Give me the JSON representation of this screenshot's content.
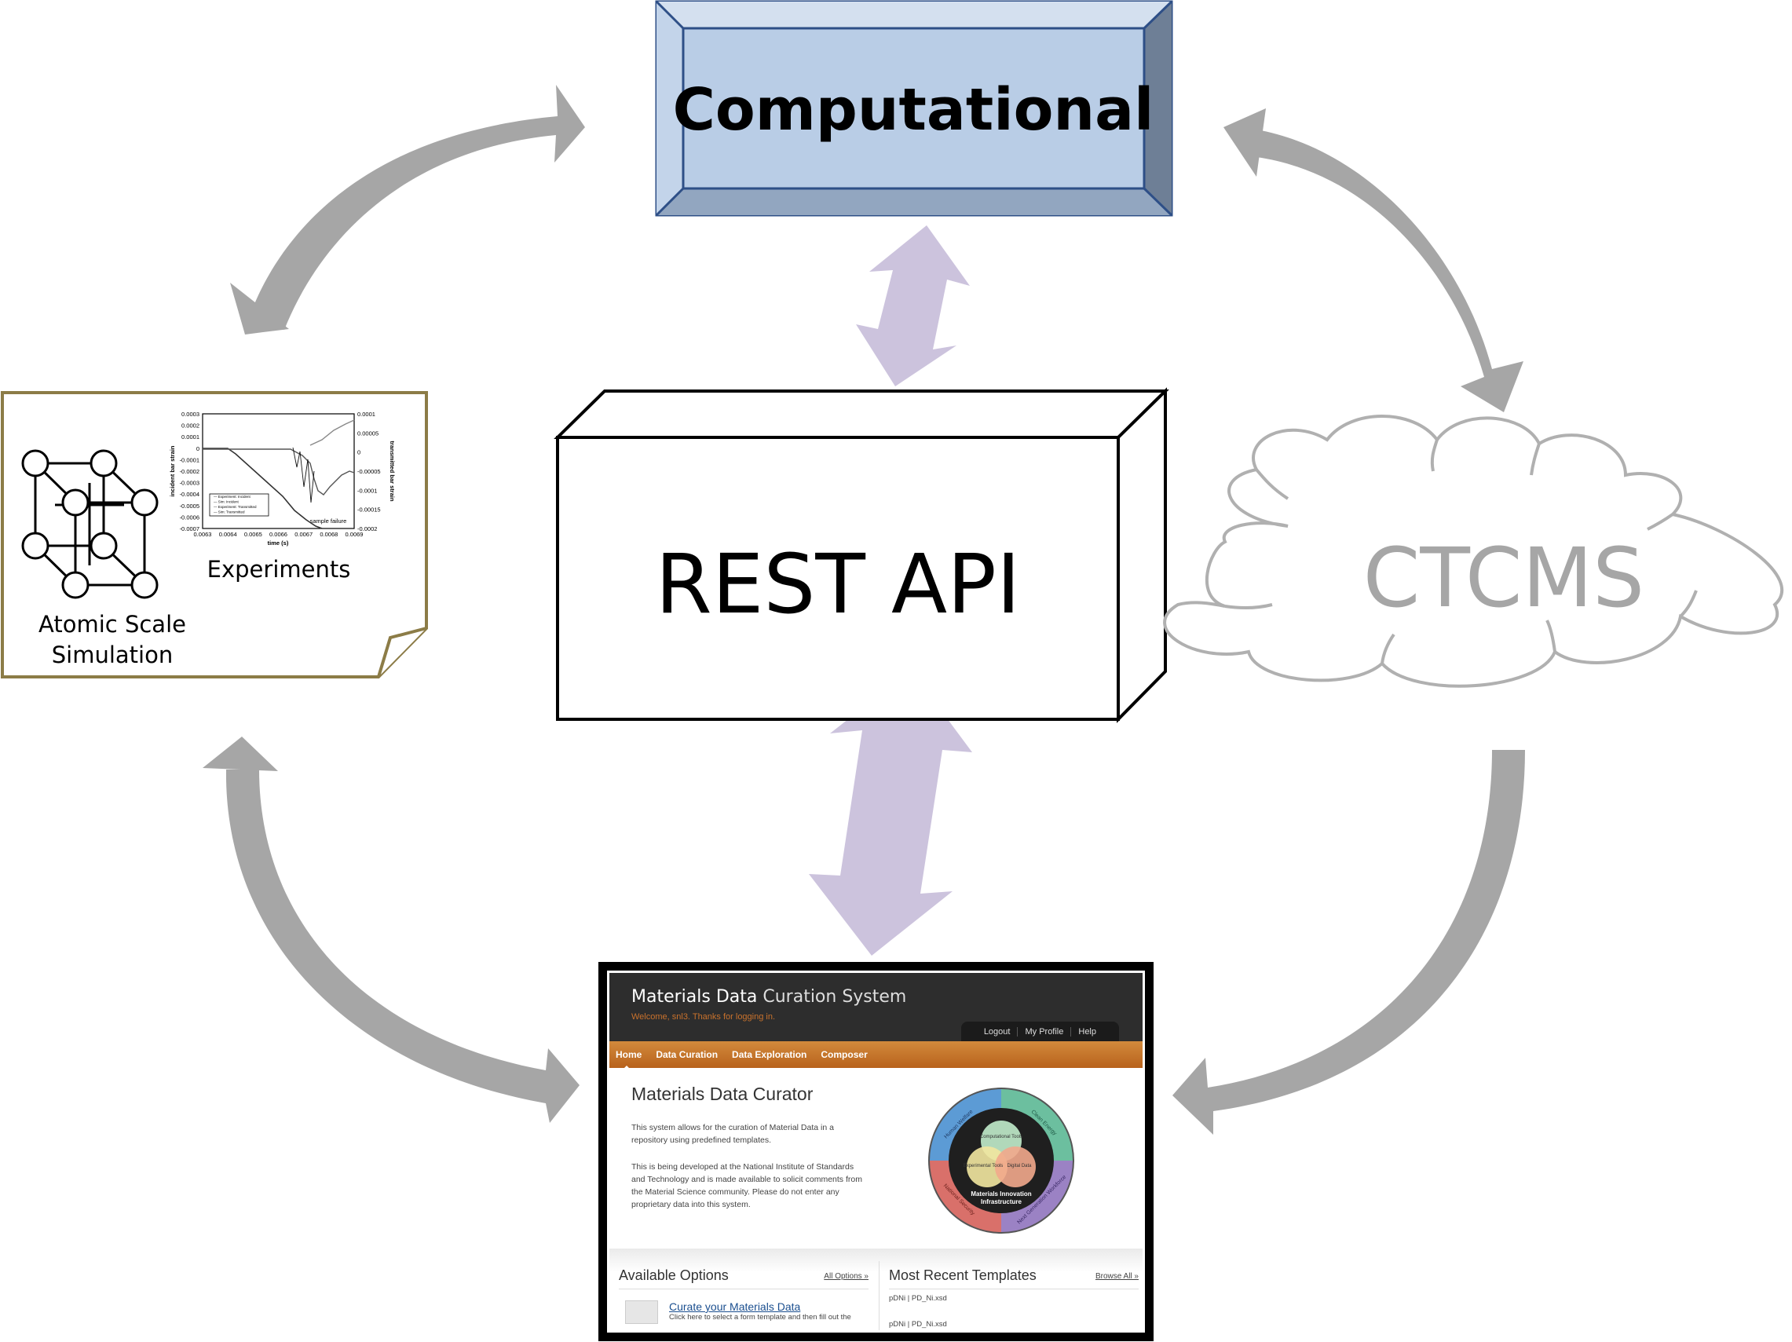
{
  "diagram": {
    "computational_label": "Computational",
    "rest_api_label": "REST API",
    "ctcms_label": "CTCMS",
    "experiments_label": "Experiments",
    "atomic_label_line1": "Atomic Scale",
    "atomic_label_line2": "Simulation",
    "plot": {
      "left_ticks": [
        "0.0003",
        "0.0002",
        "0.0001",
        "0",
        "-0.0001",
        "-0.0002",
        "-0.0003",
        "-0.0004",
        "-0.0005",
        "-0.0006",
        "-0.0007"
      ],
      "right_ticks": [
        "0.0001",
        "0.00005",
        "0",
        "-0.00005",
        "-0.0001",
        "-0.00015",
        "-0.0002"
      ],
      "x_ticks": [
        "0.0063",
        "0.0064",
        "0.0065",
        "0.0066",
        "0.0067",
        "0.0068",
        "0.0069"
      ],
      "xlabel": "time (s)",
      "ylabel_left": "incident bar strain",
      "ylabel_right": "transmitted bar strain",
      "annotation": "sample failure",
      "legend": [
        "Experiment: Incident",
        "Sim: Incident",
        "Experiment: Transmitted",
        "Sim: Transmitted"
      ]
    },
    "colors": {
      "box_fill": "#b9cde6",
      "box_border": "#2e4f87",
      "grey_arrow": "#a6a6a6",
      "lilac_arrow": "#ccc3dd",
      "ctcms_grey": "#a6a6a6",
      "doc_border": "#8c7c47"
    }
  },
  "screenshot": {
    "title_bold": "Materials Data",
    "title_light": "Curation System",
    "welcome": "Welcome, snl3. Thanks for logging in.",
    "util_links": [
      "Logout",
      "My Profile",
      "Help"
    ],
    "nav": [
      "Home",
      "Data Curation",
      "Data Exploration",
      "Composer"
    ],
    "heading": "Materials Data Curator",
    "para1": "This system allows for the curation of Material Data in a repository using predefined templates.",
    "para2": "This is being developed at the National Institute of Standards and Technology and is made available to solicit comments from the Material Science community. Please do not enter any proprietary data into this system.",
    "wheel": {
      "outer": [
        "Human Welfare",
        "Clean Energy",
        "National Security",
        "Next Generation Workforce"
      ],
      "inner": [
        "Computational Tools",
        "Experimental Tools",
        "Digital Data"
      ],
      "center": [
        "Materials Innovation",
        "Infrastructure"
      ]
    },
    "options_title": "Available Options",
    "options_link": "All Options »",
    "curate_link": "Curate your Materials Data",
    "curate_desc": "Click here to select a form template and then fill out the",
    "templates_title": "Most Recent Templates",
    "templates_link": "Browse All »",
    "templates": [
      "pDNi | PD_Ni.xsd",
      "pDNi | PD_Ni.xsd"
    ]
  }
}
